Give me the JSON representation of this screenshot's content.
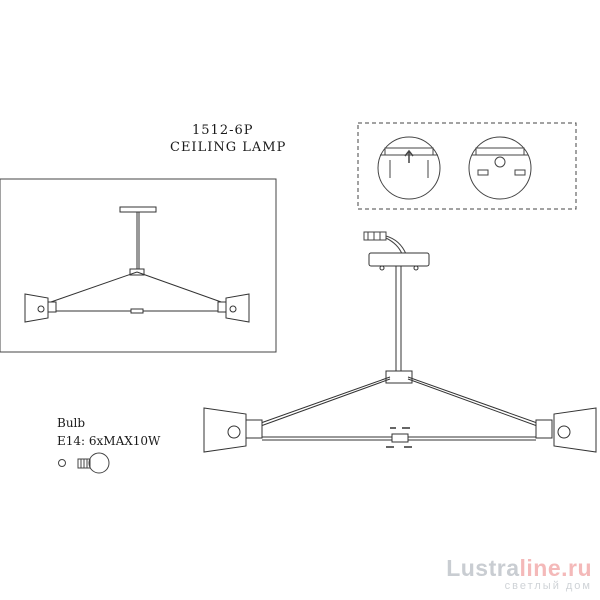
{
  "product": {
    "model": "1512-6P",
    "type": "CEILING LAMP"
  },
  "bulb": {
    "heading": "Bulb",
    "spec": "E14: 6xMAX10W"
  },
  "watermark": {
    "brand_part1": "Lustra",
    "brand_part2": "line.ru",
    "tagline": "светлый дом",
    "colors": {
      "part1": "#c9cdd2",
      "part2": "#f4b9b9"
    }
  },
  "icons": [
    "overview-drawing",
    "mounting-detail-icon",
    "bulb-icon",
    "lamp-shade-icon",
    "wire-connector-icon"
  ]
}
